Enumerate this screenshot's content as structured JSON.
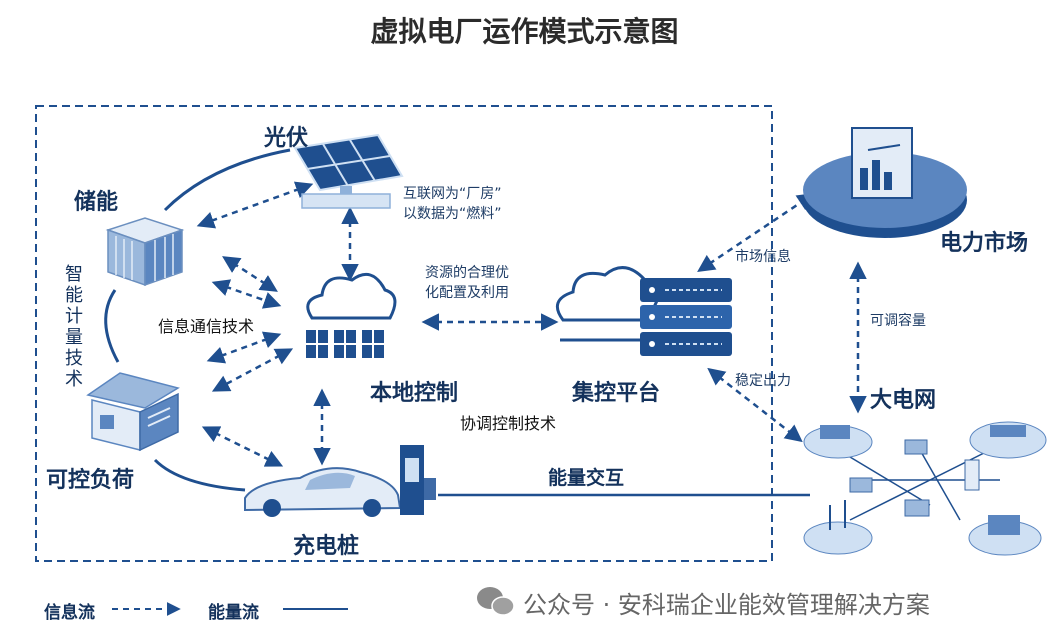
{
  "title": "虚拟电厂运作模式示意图",
  "nodes": {
    "solar": "光伏",
    "storage": "储能",
    "load": "可控负荷",
    "charging": "充电桩",
    "local_control": "本地控制",
    "central_platform": "集控平台",
    "power_market": "电力市场",
    "grid": "大电网"
  },
  "annotations": {
    "internet_line1": "互联网为“厂房”",
    "internet_line2": "以数据为“燃料”",
    "resource_line1": "资源的合理优",
    "resource_line2": "化配置及利用",
    "info_comm": "信息通信技术",
    "smart_metering": "智能计量技术",
    "coord_control": "协调控制技术",
    "market_info": "市场信息",
    "adjustable_capacity": "可调容量",
    "stable_output": "稳定出力",
    "energy_exchange": "能量交互"
  },
  "legend": {
    "info_flow": "信息流",
    "energy_flow": "能量流"
  },
  "footer": {
    "source": "公众号 · 安科瑞企业能效管理解决方案"
  },
  "colors": {
    "primary": "#1f4f8f",
    "light": "#5b86c0",
    "pale": "#cfe0f3"
  }
}
